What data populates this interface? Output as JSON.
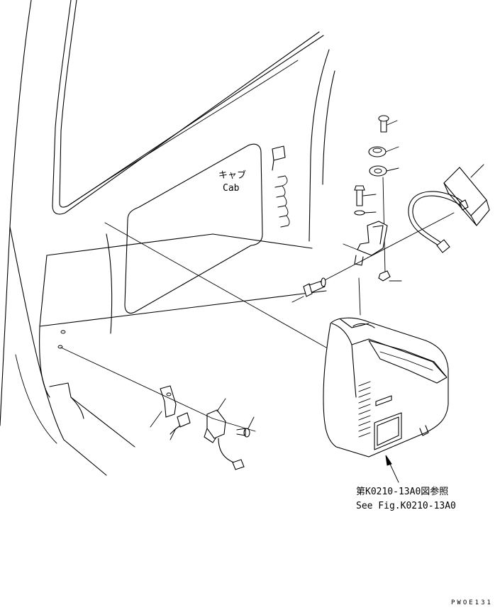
{
  "labels": {
    "cab_jp": "キャブ",
    "cab_en": "Cab",
    "ref_jp": "第K0210-13A0図参照",
    "ref_en": "See Fig.K0210-13A0",
    "drawing_code": "PWOE131"
  },
  "icons": {
    "ref_arrow": "arrow-up-left-icon"
  }
}
